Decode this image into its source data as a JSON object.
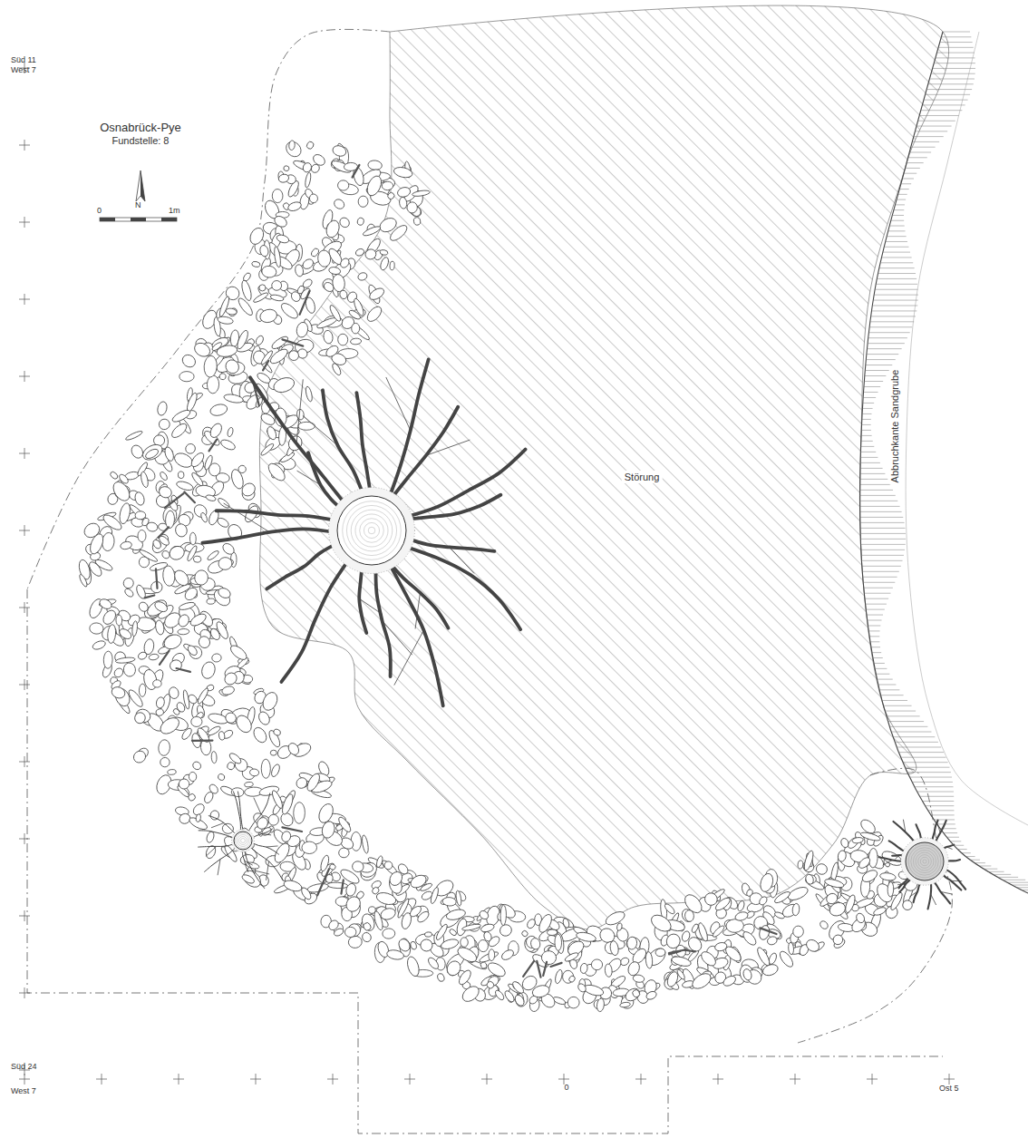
{
  "diagram": {
    "title": "Osnabrück-Pye",
    "labels": [
      "Süd 11",
      "West 7",
      "Fundstelle: 8",
      "N",
      "0",
      "1m",
      "Störung",
      "Abbruchkante Sandgrube",
      "Süd 24",
      "West 7",
      "0",
      "Ost 5"
    ]
  }
}
